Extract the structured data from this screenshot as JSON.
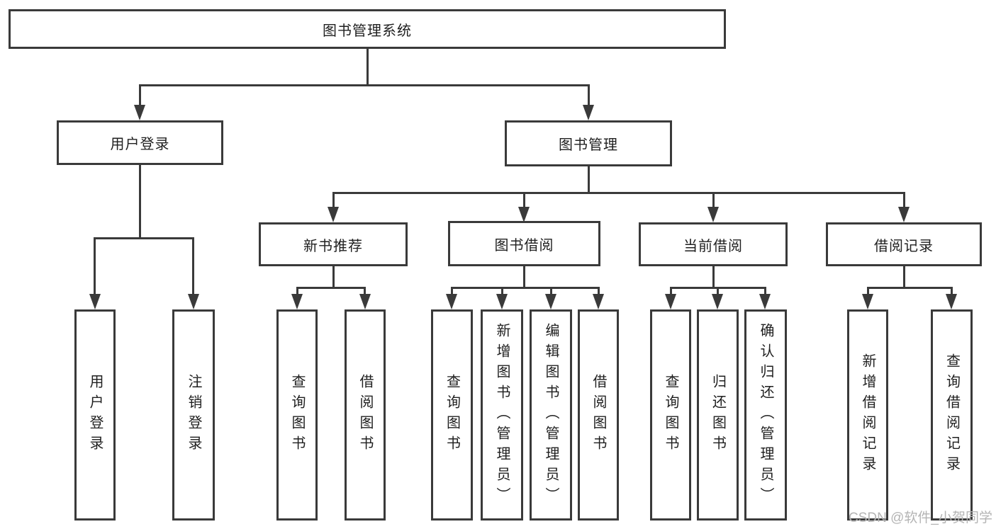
{
  "diagram_title": "图书管理系统",
  "tree": {
    "root": {
      "label": "图书管理系统",
      "children": [
        {
          "label": "用户登录",
          "children": [
            {
              "label": "用户登录"
            },
            {
              "label": "注销登录"
            }
          ]
        },
        {
          "label": "图书管理",
          "children": [
            {
              "label": "新书推荐",
              "children": [
                {
                  "label": "查询图书"
                },
                {
                  "label": "借阅图书"
                }
              ]
            },
            {
              "label": "图书借阅",
              "children": [
                {
                  "label": "查询图书"
                },
                {
                  "label": "新增图书（管理员）"
                },
                {
                  "label": "编辑图书（管理员）"
                },
                {
                  "label": "借阅图书"
                }
              ]
            },
            {
              "label": "当前借阅",
              "children": [
                {
                  "label": "查询图书"
                },
                {
                  "label": "归还图书"
                },
                {
                  "label": "确认归还（管理员）"
                }
              ]
            },
            {
              "label": "借阅记录",
              "children": [
                {
                  "label": "新增借阅记录"
                },
                {
                  "label": "查询借阅记录"
                }
              ]
            }
          ]
        }
      ]
    }
  },
  "watermark": {
    "text": "CSDN @软件_小贺同学",
    "color": "#b4b4b4"
  },
  "colors": {
    "line": "#3a3a3a",
    "box_border": "#3a3a3a",
    "box_background": "#ffffff",
    "text": "#1f1f1f"
  }
}
